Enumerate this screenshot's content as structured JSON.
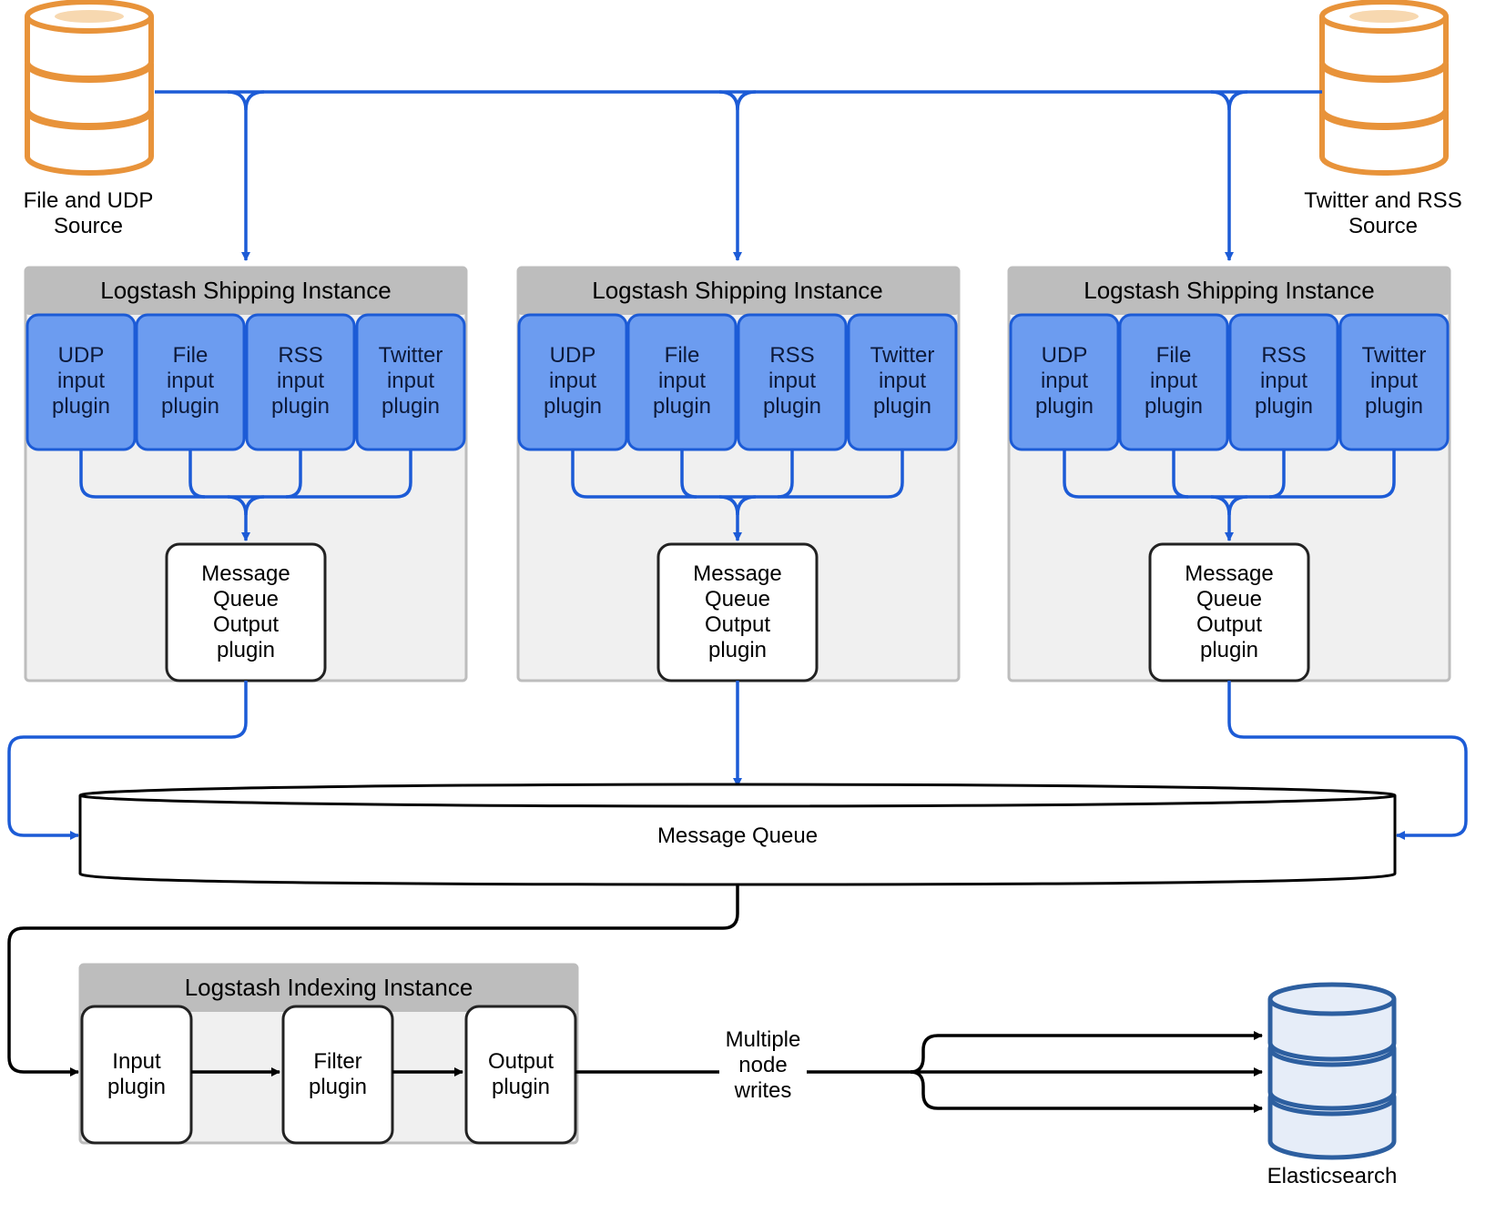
{
  "colors": {
    "blue_line": "#1c5bd6",
    "plugin_fill": "#6c9cf0",
    "plugin_stroke": "#1c5bd6",
    "panel_header": "#bdbdbd",
    "panel_body": "#f0f0f0",
    "source_stroke": "#e8933a",
    "elastic_fill": "#e6edf8",
    "elastic_stroke": "#2d5fa0",
    "black_line": "#000000"
  },
  "sources": [
    {
      "lines": [
        "File and UDP",
        "Source"
      ],
      "icon": "database-icon"
    },
    {
      "lines": [
        "Twitter and RSS",
        "Source"
      ],
      "icon": "database-icon"
    }
  ],
  "shipping_instances": [
    {
      "title": "Logstash Shipping Instance",
      "plugins": [
        {
          "lines": [
            "UDP",
            "input",
            "plugin"
          ]
        },
        {
          "lines": [
            "File",
            "input",
            "plugin"
          ]
        },
        {
          "lines": [
            "RSS",
            "input",
            "plugin"
          ]
        },
        {
          "lines": [
            "Twitter",
            "input",
            "plugin"
          ]
        }
      ],
      "output": {
        "lines": [
          "Message",
          "Queue",
          "Output",
          "plugin"
        ]
      }
    },
    {
      "title": "Logstash Shipping Instance",
      "plugins": [
        {
          "lines": [
            "UDP",
            "input",
            "plugin"
          ]
        },
        {
          "lines": [
            "File",
            "input",
            "plugin"
          ]
        },
        {
          "lines": [
            "RSS",
            "input",
            "plugin"
          ]
        },
        {
          "lines": [
            "Twitter",
            "input",
            "plugin"
          ]
        }
      ],
      "output": {
        "lines": [
          "Message",
          "Queue",
          "Output",
          "plugin"
        ]
      }
    },
    {
      "title": "Logstash Shipping Instance",
      "plugins": [
        {
          "lines": [
            "UDP",
            "input",
            "plugin"
          ]
        },
        {
          "lines": [
            "File",
            "input",
            "plugin"
          ]
        },
        {
          "lines": [
            "RSS",
            "input",
            "plugin"
          ]
        },
        {
          "lines": [
            "Twitter",
            "input",
            "plugin"
          ]
        }
      ],
      "output": {
        "lines": [
          "Message",
          "Queue",
          "Output",
          "plugin"
        ]
      }
    }
  ],
  "message_queue": {
    "label": "Message Queue"
  },
  "indexing_instance": {
    "title": "Logstash Indexing Instance",
    "plugins": [
      {
        "lines": [
          "Input",
          "plugin"
        ]
      },
      {
        "lines": [
          "Filter",
          "plugin"
        ]
      },
      {
        "lines": [
          "Output",
          "plugin"
        ]
      }
    ]
  },
  "writes_label": {
    "lines": [
      "Multiple",
      "node",
      "writes"
    ]
  },
  "elasticsearch": {
    "label": "Elasticsearch",
    "icon": "database-icon"
  }
}
